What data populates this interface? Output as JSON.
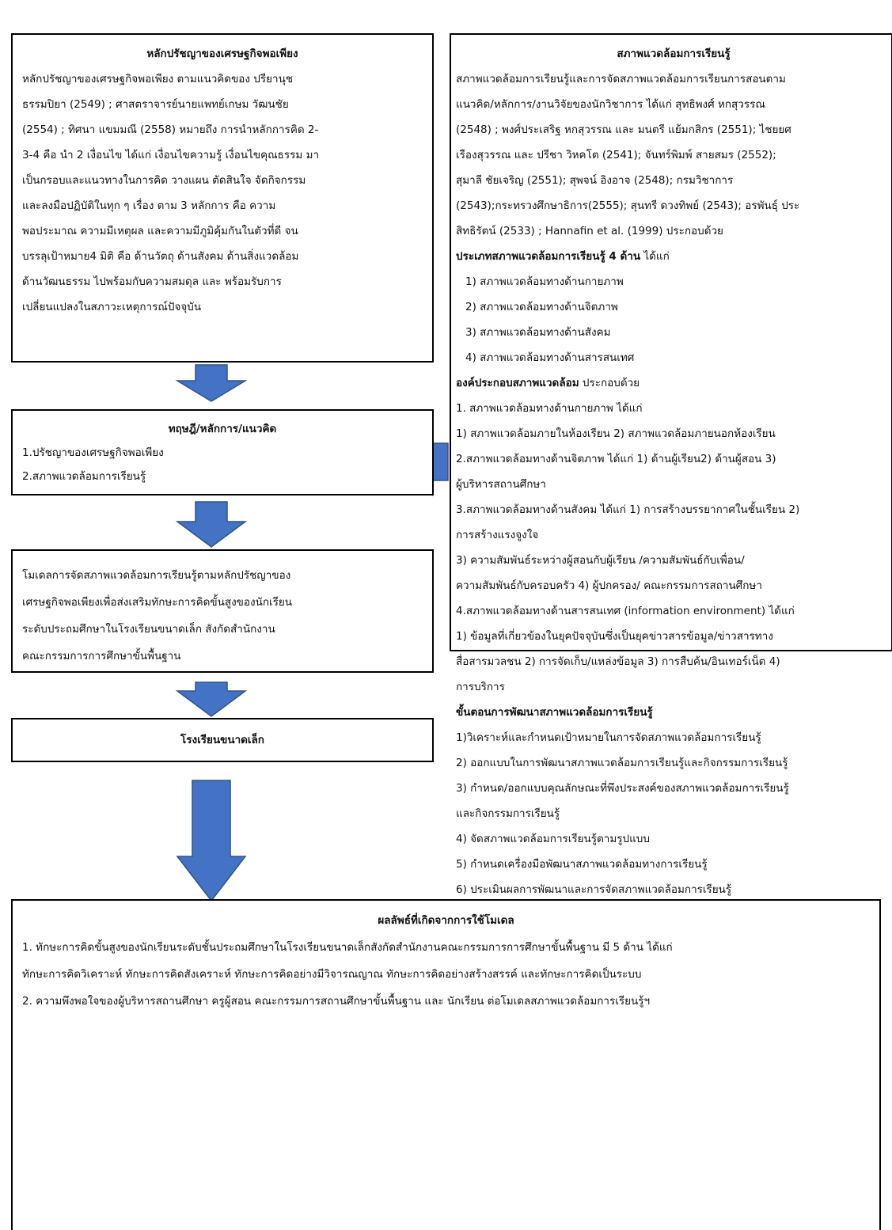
{
  "colors": {
    "arrow_fill": "#4472C4",
    "arrow_stroke": "#2F528F",
    "border": "#000000"
  },
  "sufficiency": {
    "title": "หลักปรัชญาของเศรษฐกิจพอเพียง",
    "lines": [
      "หลักปรัชญาของเศรษฐกิจพอเพียง ตามแนวคิดของ ปรียานุช",
      "ธรรมปิยา (2549) ; ศาสตราจารย์นายแพทย์เกษม วัฒนชัย",
      "(2554) ; ทิศนา แขมมณี (2558) หมายถึง การนำหลักการคิด 2-",
      "3-4 คือ นำ 2 เงื่อนไข ได้แก่ เงื่อนไขความรู้ เงื่อนไขคุณธรรม  มา",
      "เป็นกรอบและแนวทางในการคิด วางแผน ตัดสินใจ จัดกิจกรรม",
      "และลงมือปฏิบัติในทุก ๆ เรื่อง ตาม 3 หลักการ คือ ความ",
      "พอประมาณ ความมีเหตุผล และความมีภูมิคุ้มกันในตัวที่ดี จน",
      "บรรลุเป้าหมาย4 มิติ  คือ ด้านวัตถุ ด้านสังคม  ด้านสิ่งแวดล้อม",
      "ด้านวัฒนธรรม ไปพร้อมกับความสมดุล และ พร้อมรับการ",
      "เปลี่ยนแปลงในสภาวะเหตุการณ์ปัจจุบัน"
    ]
  },
  "theory": {
    "title": "ทฤษฎี/หลักการ/แนวคิด",
    "items": [
      "1.ปรัชญาของเศรษฐกิจพอเพียง",
      "2.สภาพแวดล้อมการเรียนรู้"
    ]
  },
  "model": {
    "lines": [
      "โมเดลการจัดสภาพแวดล้อมการเรียนรู้ตามหลักปรัชญาของ",
      "เศรษฐกิจพอเพียงเพื่อส่งเสริมทักษะการคิดขั้นสูงของนักเรียน",
      "ระดับประถมศึกษาในโรงเรียนขนาดเล็ก สังกัดสำนักงาน",
      "คณะกรรมการการศึกษาขั้นพื้นฐาน"
    ]
  },
  "school": {
    "title": "โรงเรียนขนาดเล็ก"
  },
  "environment": {
    "title": "สภาพแวดล้อมการเรียนรู้",
    "intro": [
      "สภาพแวดล้อมการเรียนรู้และการจัดสภาพแวดล้อมการเรียนการสอนตาม",
      "แนวคิด/หลักการ/งานวิจัยของนักวิชาการ ได้แก่ สุทธิพงศ์ หกสุวรรณ",
      "(2548) ; พงศ์ประเสริฐ หกสุวรรณ และ มนตรี แย้มกสิกร (2551); ไชยยศ",
      "เรืองสุวรรณ และ ปรีชา วิหคโต (2541); จันทร์พิมพ์ สายสมร (2552);",
      "สุมาลี ชัยเจริญ (2551); สุพจน์ อิงอาจ (2548); กรมวิชาการ",
      "(2543);กระทรวงศึกษาธิการ(2555); สุนทรี ดวงทิพย์ (2543); อรพันธุ์ ประ",
      "สิทธิรัตน์ (2533) ; Hannafin et al. (1999) ประกอบด้วย"
    ],
    "types_heading_bold": "ประเภทสภาพแวดล้อมการเรียนรู้ 4 ด้าน",
    "types_heading_rest": " ได้แก่",
    "types": [
      "1) สภาพแวดล้อมทางด้านกายภาพ",
      "2) สภาพแวดล้อมทางด้านจิตภาพ",
      "3) สภาพแวดล้อมทางด้านสังคม",
      "4) สภาพแวดล้อมทางด้านสารสนเทศ"
    ],
    "components_heading_bold": "องค์ประกอบสภาพแวดล้อม",
    "components_heading_rest": " ประกอบด้วย",
    "components": [
      "1. สภาพแวดล้อมทางด้านกายภาพ ได้แก่",
      "1) สภาพแวดล้อมภายในห้องเรียน 2) สภาพแวดล้อมภายนอกห้องเรียน",
      "2.สภาพแวดล้อมทางด้านจิตภาพ ได้แก่ 1) ด้านผู้เรียน2) ด้านผู้สอน 3)",
      "ผู้บริหารสถานศึกษา",
      "3.สภาพแวดล้อมทางด้านสังคม ได้แก่ 1) การสร้างบรรยากาศในชั้นเรียน 2)",
      "การสร้างแรงจูงใจ",
      "3) ความสัมพันธ์ระหว่างผู้สอนกับผู้เรียน /ความสัมพันธ์กับเพื่อน/",
      "ความสัมพันธ์กับครอบครัว 4) ผู้ปกครอง/ คณะกรรมการสถานศึกษา",
      "4.สภาพแวดล้อมทางด้านสารสนเทศ (information environment) ได้แก่",
      "1) ข้อมูลที่เกี่ยวข้องในยุคปัจจุบันซึ่งเป็นยุคข่าวสารข้อมูล/ข่าวสารทาง",
      "สื่อสารมวลชน 2) การจัดเก็บ/แหล่งข้อมูล  3) การสืบค้น/อินเทอร์เน็ต 4)",
      "การบริการ"
    ],
    "steps_heading": "ขั้นตอนการพัฒนาสภาพแวดล้อมการเรียนรู้",
    "steps": [
      "1)วิเคราะห์และกำหนดเป้าหมายในการจัดสภาพแวดล้อมการเรียนรู้",
      "2) ออกแบบในการพัฒนาสภาพแวดล้อมการเรียนรู้และกิจกรรมการเรียนรู้",
      "3) กำหนด/ออกแบบคุณลักษณะที่พึงประสงค์ของสภาพแวดล้อมการเรียนรู้",
      "และกิจกรรมการเรียนรู้",
      "4) จัดสภาพแวดล้อมการเรียนรู้ตามรูปแบบ",
      "5) กำหนดเครื่องมือพัฒนาสภาพแวดล้อมทางการเรียนรู้",
      "6) ประเมินผลการพัฒนาและการจัดสภาพแวดล้อมการเรียนรู้"
    ]
  },
  "result": {
    "title": "ผลลัพธ์ที่เกิดจากการใช้โมเดล",
    "lines": [
      "1. ทักษะการคิดขั้นสูงของนักเรียนระดับชั้นประถมศึกษาในโรงเรียนขนาดเล็กสังกัดสำนักงานคณะกรรมการการศึกษาขั้นพื้นฐาน มี 5 ด้าน ได้แก่",
      "ทักษะการคิดวิเคราะห์ ทักษะการคิดสังเคราะห์ ทักษะการคิดอย่างมีวิจารณญาณ ทักษะการคิดอย่างสร้างสรรค์  และทักษะการคิดเป็นระบบ",
      "2. ความพึงพอใจของผู้บริหารสถานศึกษา ครูผู้สอน คณะกรรมการสถานศึกษาขั้นพื้นฐาน และ นักเรียน ต่อโมเดลสภาพแวดล้อมการเรียนรู้ฯ"
    ]
  }
}
